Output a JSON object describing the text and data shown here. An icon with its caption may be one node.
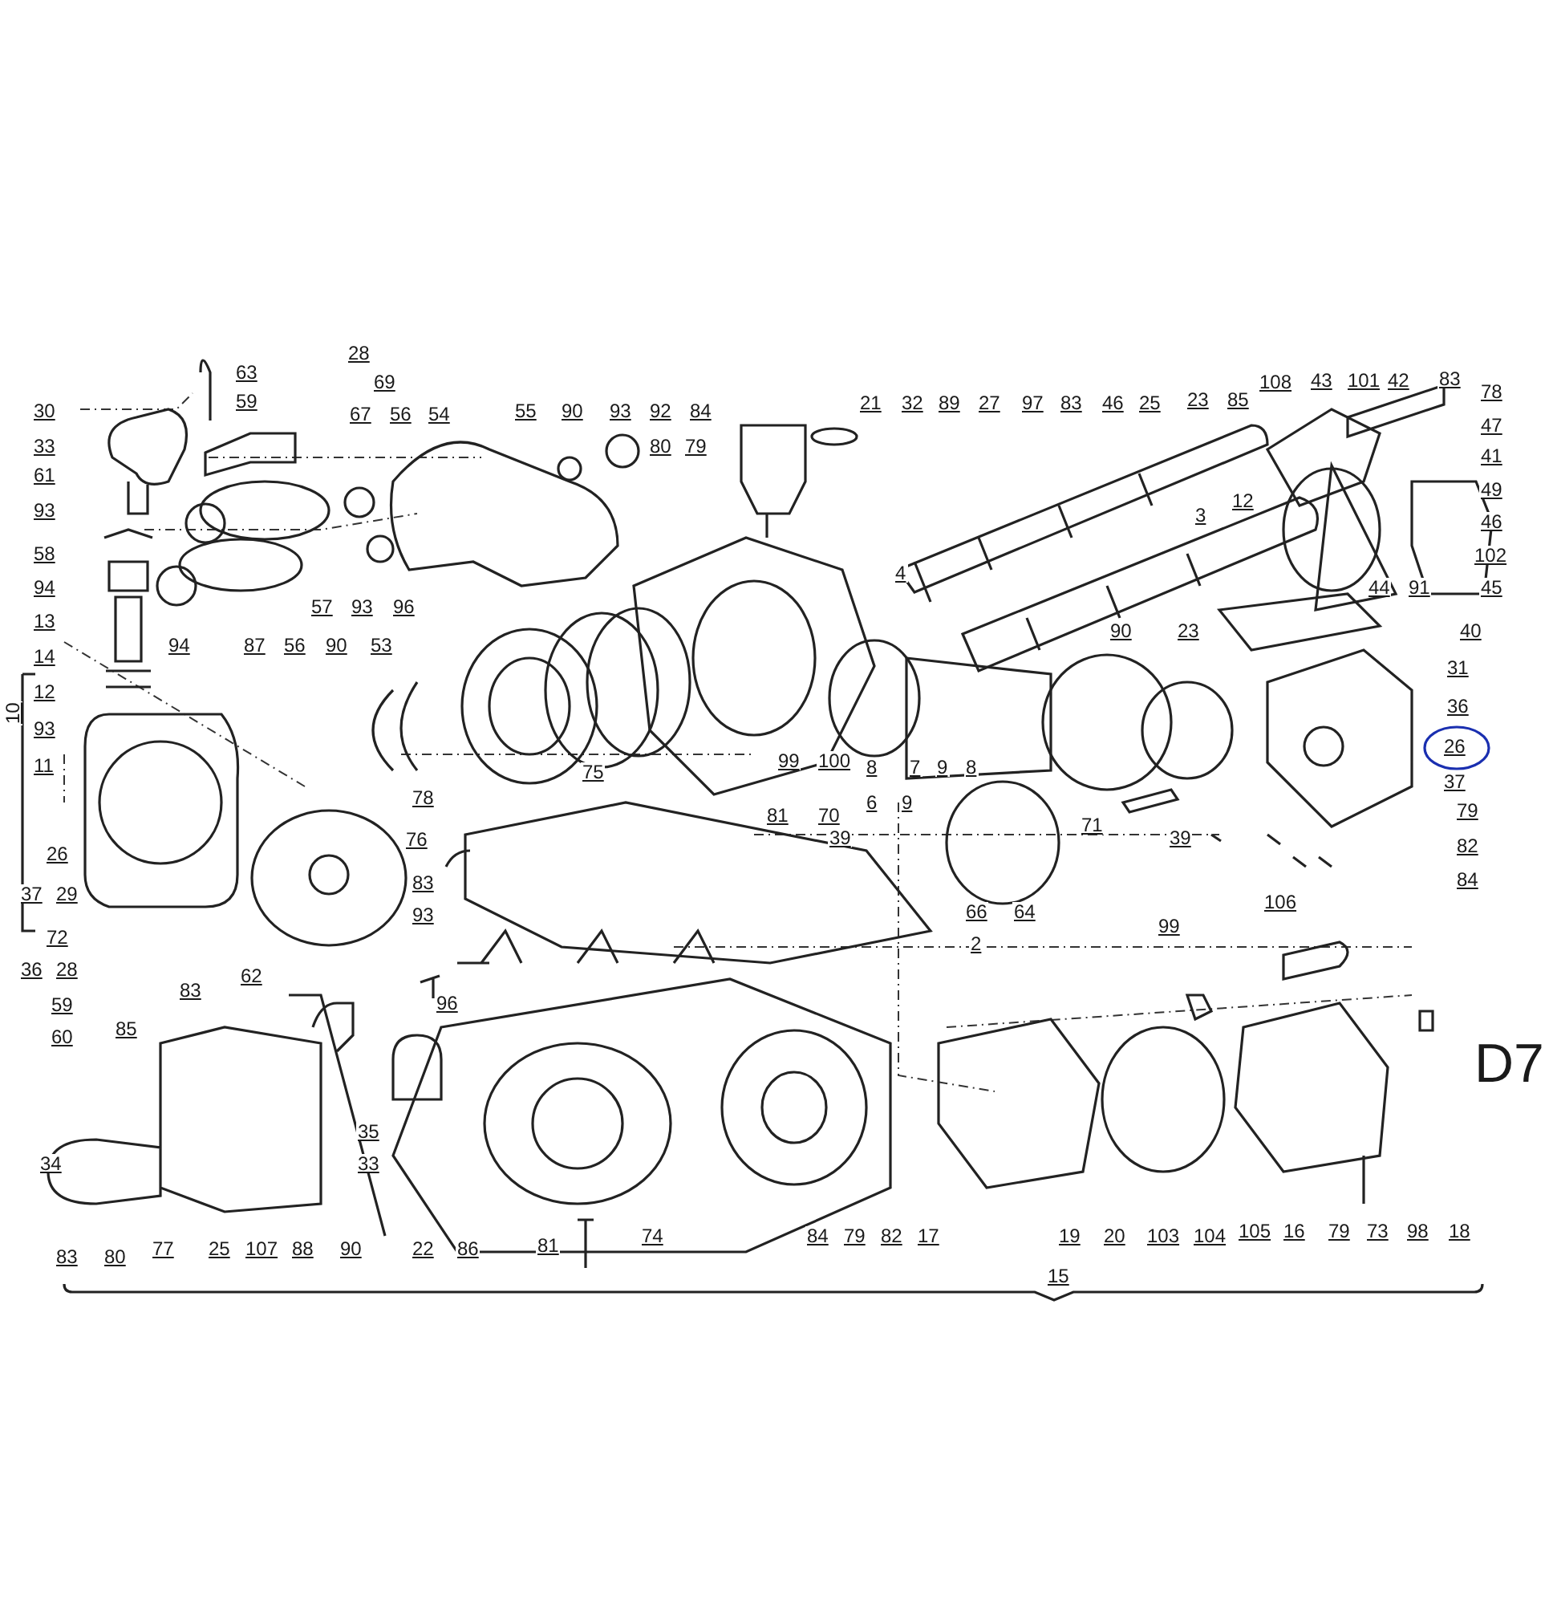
{
  "diagram": {
    "labels": [
      "28",
      "63",
      "69",
      "30",
      "59",
      "67",
      "56",
      "54",
      "55",
      "90",
      "93",
      "92",
      "84",
      "21",
      "32",
      "89",
      "27",
      "97",
      "83",
      "46",
      "25",
      "23",
      "85",
      "108",
      "43",
      "101",
      "42",
      "83",
      "78",
      "33",
      "80",
      "79",
      "47",
      "61",
      "41",
      "93",
      "49",
      "58",
      "46",
      "94",
      "102",
      "3",
      "12",
      "13",
      "57",
      "93",
      "96",
      "4",
      "44",
      "91",
      "45",
      "14",
      "94",
      "87",
      "56",
      "90",
      "53",
      "90",
      "23",
      "40",
      "12",
      "10",
      "31",
      "93",
      "36",
      "11",
      "99",
      "100",
      "8",
      "7",
      "9",
      "8",
      "26",
      "75",
      "37",
      "78",
      "81",
      "70",
      "6",
      "9",
      "39",
      "71",
      "79",
      "26",
      "76",
      "39",
      "82",
      "84",
      "37",
      "29",
      "83",
      "66",
      "64",
      "72",
      "93",
      "99",
      "2",
      "36",
      "28",
      "106",
      "62",
      "83",
      "59",
      "96",
      "60",
      "85",
      "D7",
      "35",
      "34",
      "33",
      "74",
      "81",
      "83",
      "80",
      "77",
      "25",
      "107",
      "88",
      "90",
      "22",
      "86",
      "84",
      "79",
      "82",
      "17",
      "19",
      "20",
      "103",
      "104",
      "105",
      "16",
      "79",
      "73",
      "98",
      "18",
      "15"
    ]
  }
}
